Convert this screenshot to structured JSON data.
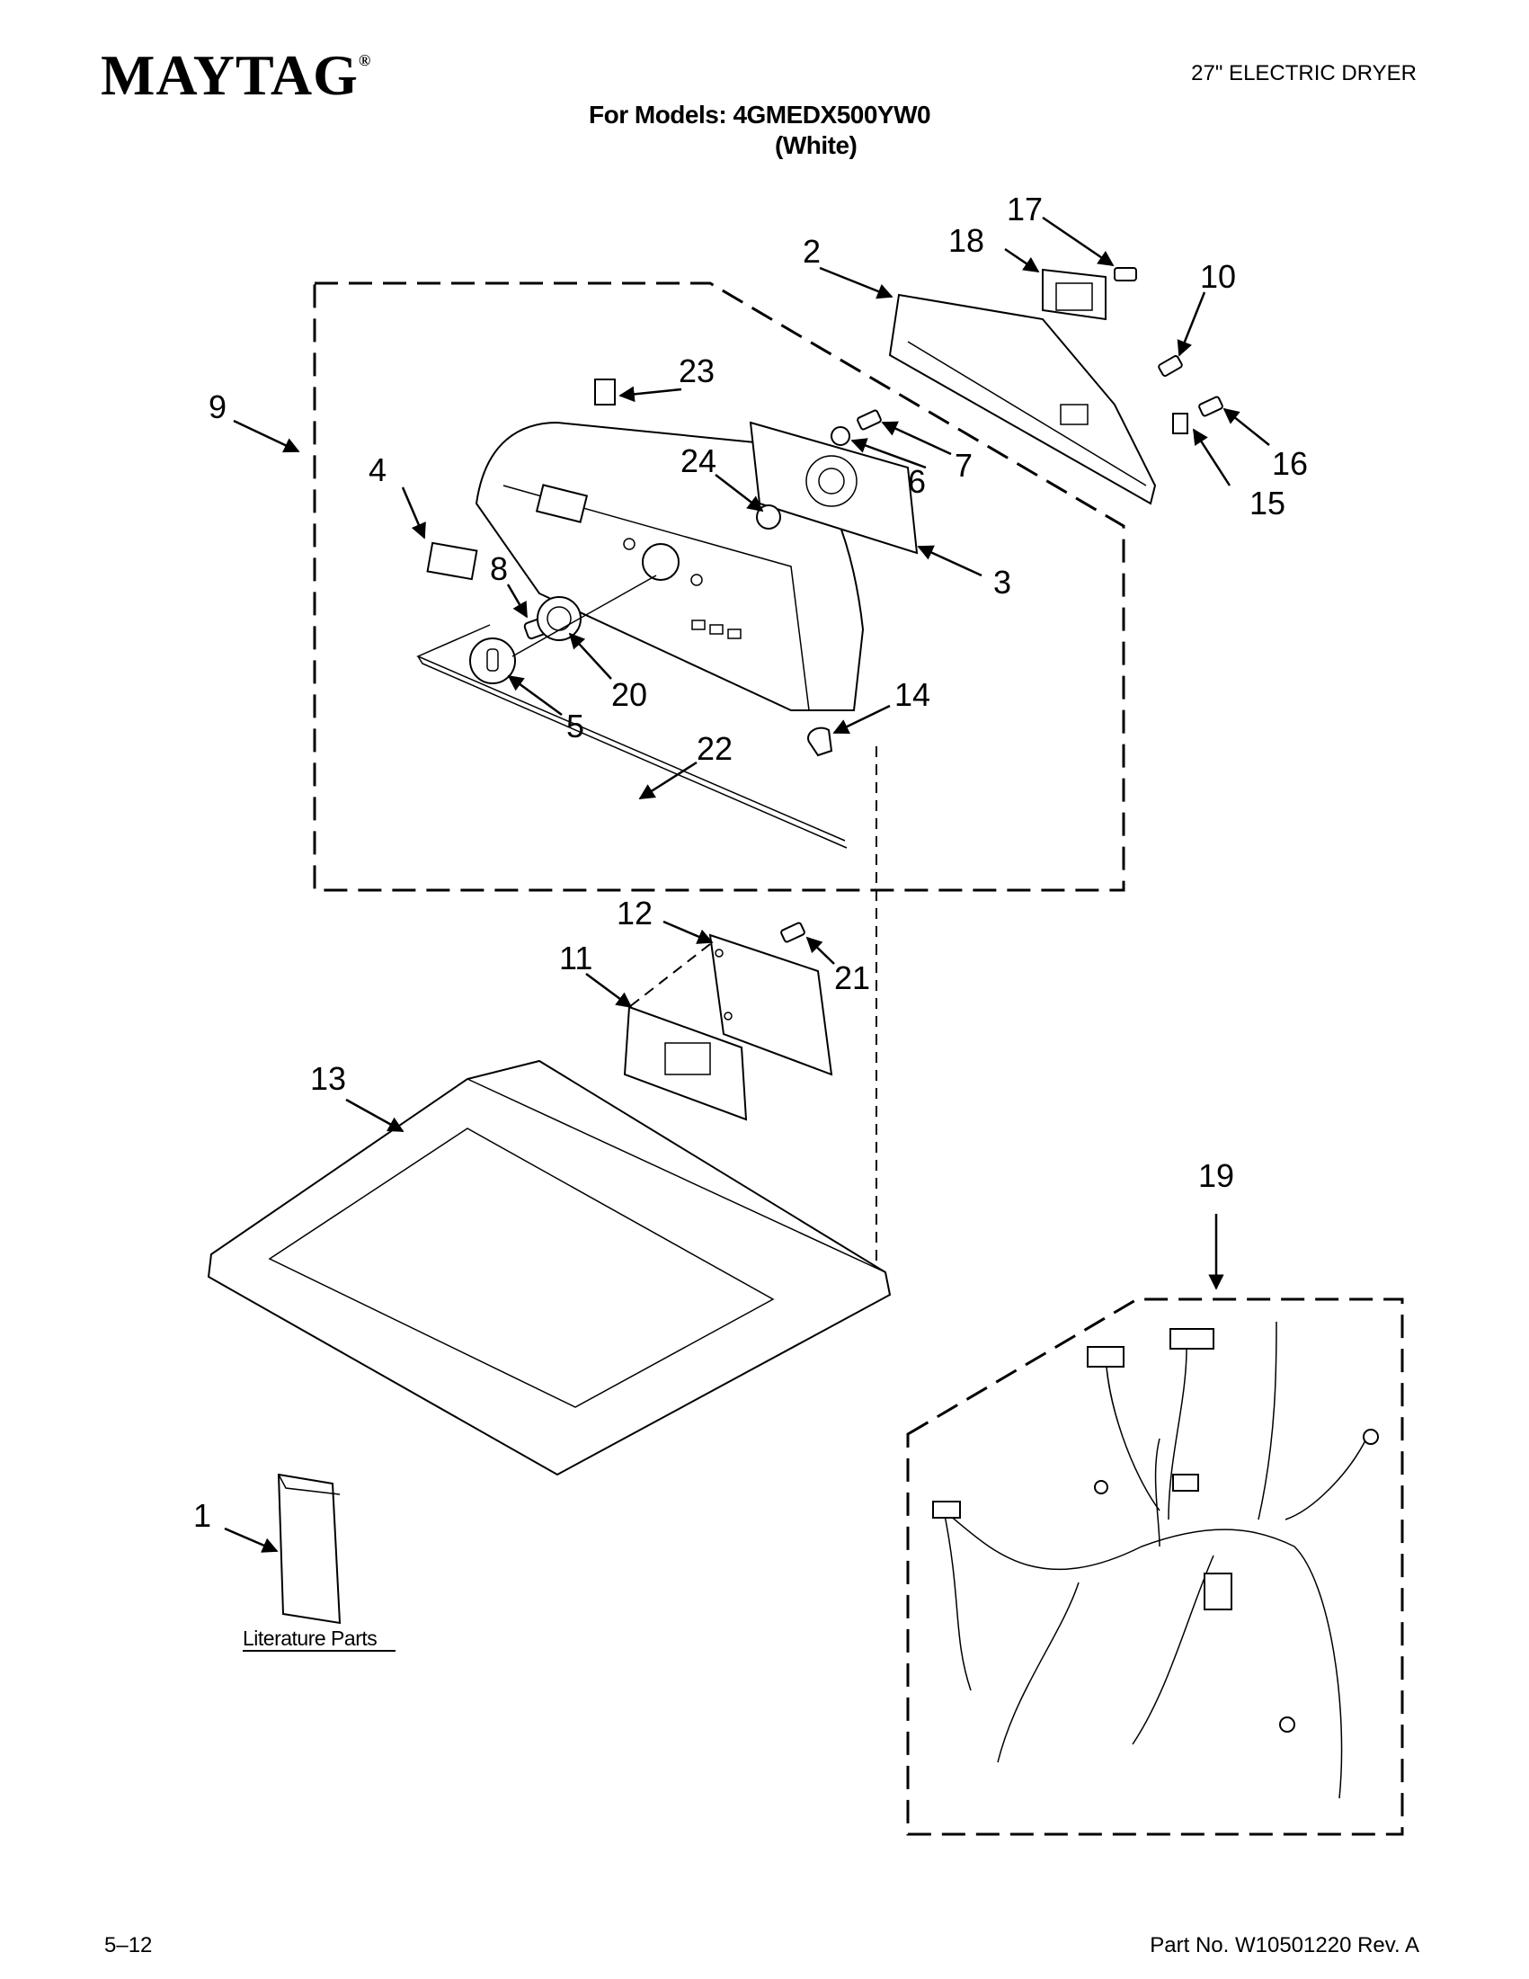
{
  "header": {
    "brand": "MAYTAG",
    "brand_mark": "®",
    "document_type": "27\" ELECTRIC DRYER",
    "models_line": "For Models: 4GMEDX500YW0",
    "color_line": "(White)"
  },
  "footer": {
    "page_number": "5–12",
    "part_number": "Part No. W10501220 Rev. A"
  },
  "callouts": {
    "c1": "1",
    "c2": "2",
    "c3": "3",
    "c4": "4",
    "c5": "5",
    "c6": "6",
    "c7": "7",
    "c8": "8",
    "c9": "9",
    "c10": "10",
    "c11": "11",
    "c12": "12",
    "c13": "13",
    "c14": "14",
    "c15": "15",
    "c16": "16",
    "c17": "17",
    "c18": "18",
    "c19": "19",
    "c20": "20",
    "c21": "21",
    "c22": "22",
    "c23": "23",
    "c24": "24"
  },
  "literature_label": "Literature Parts"
}
